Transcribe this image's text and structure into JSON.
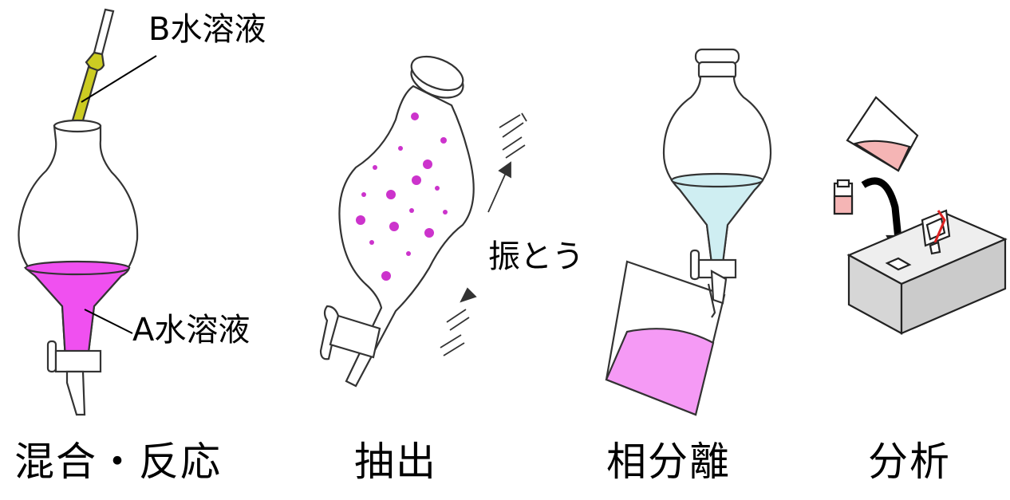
{
  "annotations": {
    "b_solution": "B水溶液",
    "a_solution": "A水溶液",
    "shake": "振とう"
  },
  "steps": [
    {
      "label": "混合・反応"
    },
    {
      "label": "抽出"
    },
    {
      "label": "相分離"
    },
    {
      "label": "分析"
    }
  ],
  "colors": {
    "magenta_liquid": "#f050f0",
    "light_pink_liquid": "#f59af5",
    "light_blue_liquid": "#cfeef2",
    "yellow_pipette": "#cccc22",
    "particle": "#cc33cc",
    "sample_pink": "#f5b5b5",
    "instrument_gray": "#d6d6d6"
  },
  "icons": [
    "separatory-funnel-icon",
    "pipette-icon",
    "beaker-icon",
    "analyzer-icon",
    "vial-icon",
    "arrow-icon"
  ]
}
